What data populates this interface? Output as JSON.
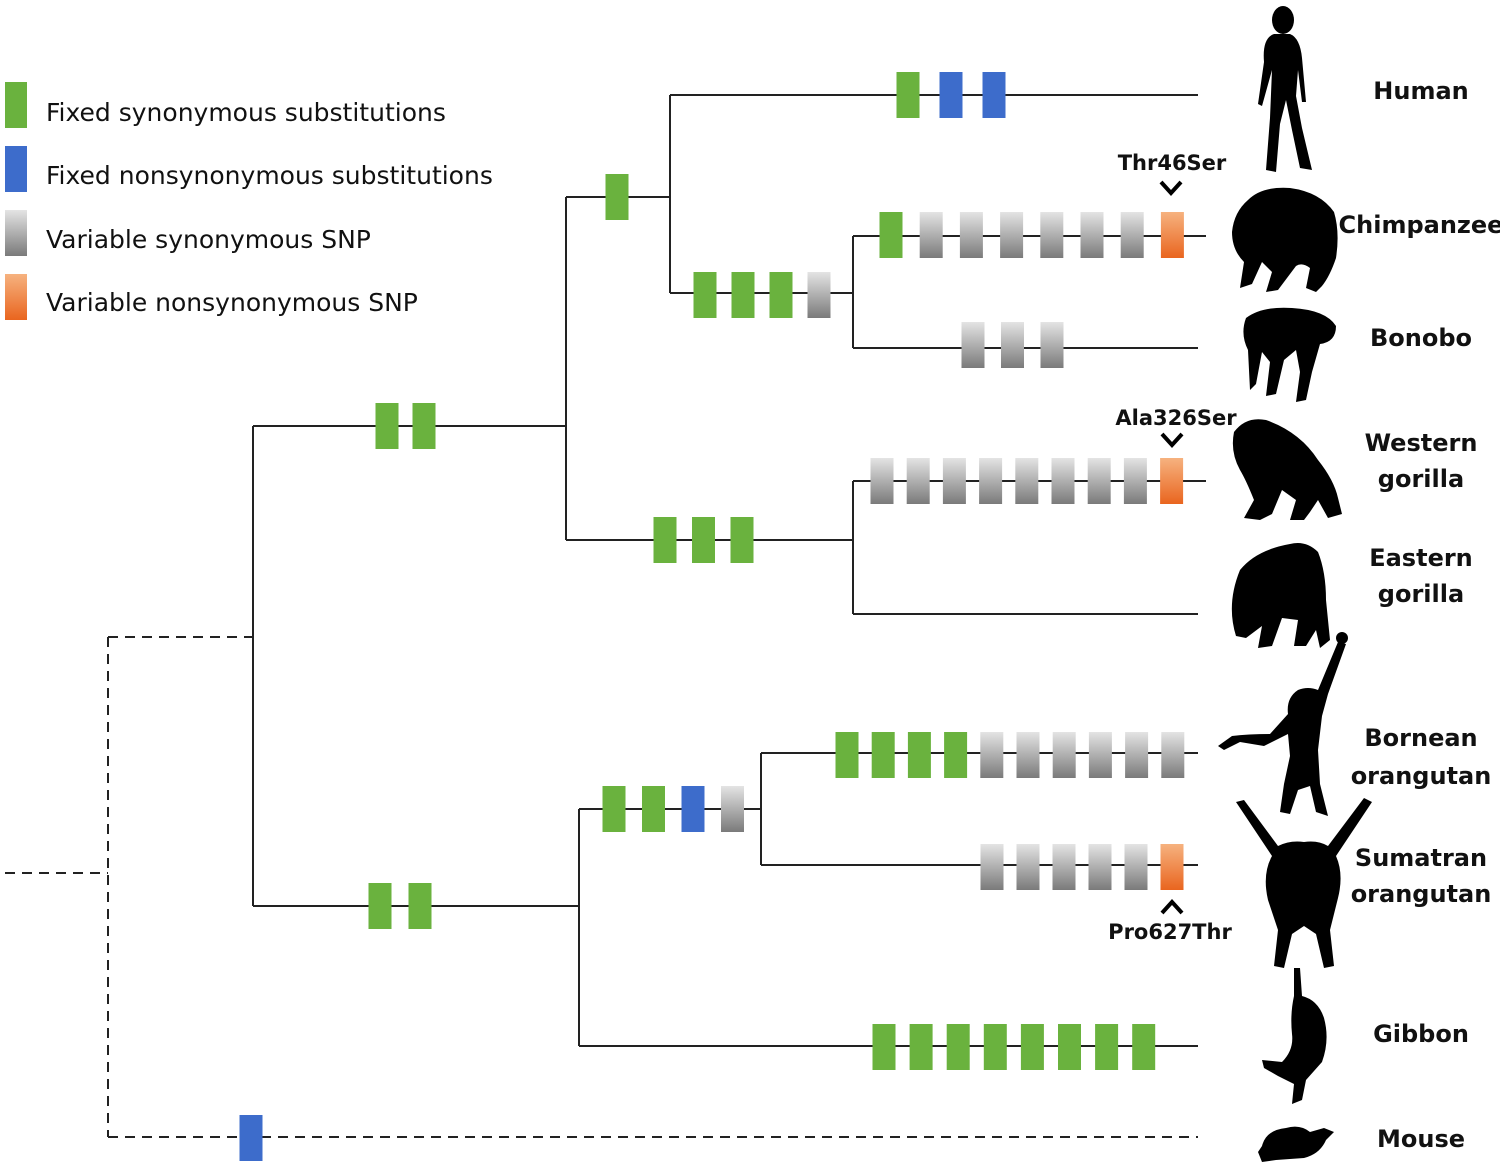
{
  "legend": {
    "items": [
      {
        "key": "fixed_syn",
        "label": "Fixed synonymous substitutions"
      },
      {
        "key": "fixed_nonsyn",
        "label": "Fixed nonsynonymous substitutions"
      },
      {
        "key": "var_syn",
        "label": "Variable synonymous SNP"
      },
      {
        "key": "var_nonsyn",
        "label": "Variable nonsynonymous SNP"
      }
    ]
  },
  "colors": {
    "fixed_syn": "#6ab23e",
    "fixed_nonsyn": "#3d6ccb",
    "var_syn_light": "#e4e4e4",
    "var_syn_dark": "#7a7a7a",
    "var_nonsyn_light": "#f6b27f",
    "var_nonsyn_dark": "#e9651f"
  },
  "species": [
    {
      "id": "human",
      "line1": "Human",
      "line2": "",
      "icon": "human-silhouette-icon"
    },
    {
      "id": "chimpanzee",
      "line1": "Chimpanzee",
      "line2": "",
      "icon": "chimpanzee-silhouette-icon"
    },
    {
      "id": "bonobo",
      "line1": "Bonobo",
      "line2": "",
      "icon": "bonobo-silhouette-icon"
    },
    {
      "id": "western_gorilla",
      "line1": "Western",
      "line2": "gorilla",
      "icon": "western-gorilla-silhouette-icon"
    },
    {
      "id": "eastern_gorilla",
      "line1": "Eastern",
      "line2": "gorilla",
      "icon": "eastern-gorilla-silhouette-icon"
    },
    {
      "id": "bornean_orangutan",
      "line1": "Bornean",
      "line2": "orangutan",
      "icon": "bornean-orangutan-silhouette-icon"
    },
    {
      "id": "sumatran_orangutan",
      "line1": "Sumatran",
      "line2": "orangutan",
      "icon": "sumatran-orangutan-silhouette-icon"
    },
    {
      "id": "gibbon",
      "line1": "Gibbon",
      "line2": "",
      "icon": "gibbon-silhouette-icon"
    },
    {
      "id": "mouse",
      "line1": "Mouse",
      "line2": "",
      "icon": "mouse-silhouette-icon"
    }
  ],
  "branches": [
    {
      "id": "human",
      "marks": [
        "fixed_syn",
        "fixed_nonsyn",
        "fixed_nonsyn"
      ]
    },
    {
      "id": "human_chimp_bonobo",
      "marks": [
        "fixed_syn"
      ]
    },
    {
      "id": "chimp_bonobo",
      "marks": [
        "fixed_syn",
        "fixed_syn",
        "fixed_syn",
        "var_syn"
      ]
    },
    {
      "id": "chimpanzee",
      "marks": [
        "fixed_syn",
        "var_syn",
        "var_syn",
        "var_syn",
        "var_syn",
        "var_syn",
        "var_syn",
        "var_nonsyn"
      ]
    },
    {
      "id": "bonobo",
      "marks": [
        "var_syn",
        "var_syn",
        "var_syn"
      ]
    },
    {
      "id": "african_apes",
      "marks": [
        "fixed_syn",
        "fixed_syn"
      ]
    },
    {
      "id": "gorilla",
      "marks": [
        "fixed_syn",
        "fixed_syn",
        "fixed_syn"
      ]
    },
    {
      "id": "western_gorilla",
      "marks": [
        "var_syn",
        "var_syn",
        "var_syn",
        "var_syn",
        "var_syn",
        "var_syn",
        "var_syn",
        "var_syn",
        "var_nonsyn"
      ]
    },
    {
      "id": "eastern_gorilla",
      "marks": []
    },
    {
      "id": "asian_apes",
      "marks": [
        "fixed_syn",
        "fixed_syn"
      ]
    },
    {
      "id": "orangutan",
      "marks": [
        "fixed_syn",
        "fixed_syn",
        "fixed_nonsyn",
        "var_syn"
      ]
    },
    {
      "id": "bornean_orangutan",
      "marks": [
        "fixed_syn",
        "fixed_syn",
        "fixed_syn",
        "fixed_syn",
        "var_syn",
        "var_syn",
        "var_syn",
        "var_syn",
        "var_syn",
        "var_syn"
      ]
    },
    {
      "id": "sumatran_orangutan",
      "marks": [
        "var_syn",
        "var_syn",
        "var_syn",
        "var_syn",
        "var_syn",
        "var_nonsyn"
      ]
    },
    {
      "id": "gibbon",
      "marks": [
        "fixed_syn",
        "fixed_syn",
        "fixed_syn",
        "fixed_syn",
        "fixed_syn",
        "fixed_syn",
        "fixed_syn",
        "fixed_syn"
      ]
    },
    {
      "id": "mouse",
      "marks": [
        "fixed_nonsyn"
      ]
    }
  ],
  "mutations": [
    {
      "id": "thr46ser",
      "label": "Thr46Ser",
      "branch": "chimpanzee"
    },
    {
      "id": "ala326ser",
      "label": "Ala326Ser",
      "branch": "western_gorilla"
    },
    {
      "id": "pro627thr",
      "label": "Pro627Thr",
      "branch": "sumatran_orangutan"
    }
  ]
}
